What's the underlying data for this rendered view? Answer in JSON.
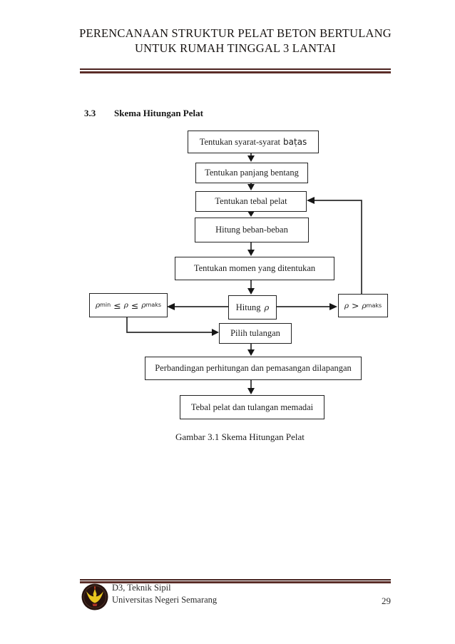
{
  "header": {
    "title_line1": "PERENCANAAN STRUKTUR PELAT BETON BERTULANG",
    "title_line2": "UNTUK RUMAH TINGGAL 3 LANTAI"
  },
  "section": {
    "number": "3.3",
    "title": "Skema Hitungan Pelat"
  },
  "flowchart": {
    "box_syarat_prefix": "Tentukan syarat-syarat",
    "box_syarat_suffix": "baṭas",
    "box_panjang": "Tentukan panjang bentang",
    "box_tebal": "Tentukan tebal pelat",
    "box_beban": "Hitung beban-beban",
    "box_momen": "Tentukan momen yang ditentukan",
    "box_hitung_prefix": "Hitung",
    "rho": "ρ",
    "sub_min": "min",
    "sub_maks": "maks",
    "op_leq": "≤",
    "op_gt": ">",
    "box_pilih": "Pilih tulangan",
    "box_perbandingan": "Perbandingan perhitungan dan pemasangan dilapangan",
    "box_memadai": "Tebal pelat dan tulangan memadai",
    "caption": "Gambar 3.1 Skema Hitungan Pelat"
  },
  "footer": {
    "dept": "D3, Teknik Sipil",
    "university": "Universitas Negeri Semarang",
    "page_number": "29"
  },
  "colors": {
    "rule_maroon": "#5b2d28",
    "line_black": "#2b2b2b",
    "logo_yellow": "#e9c51f",
    "logo_red": "#b5301f"
  }
}
